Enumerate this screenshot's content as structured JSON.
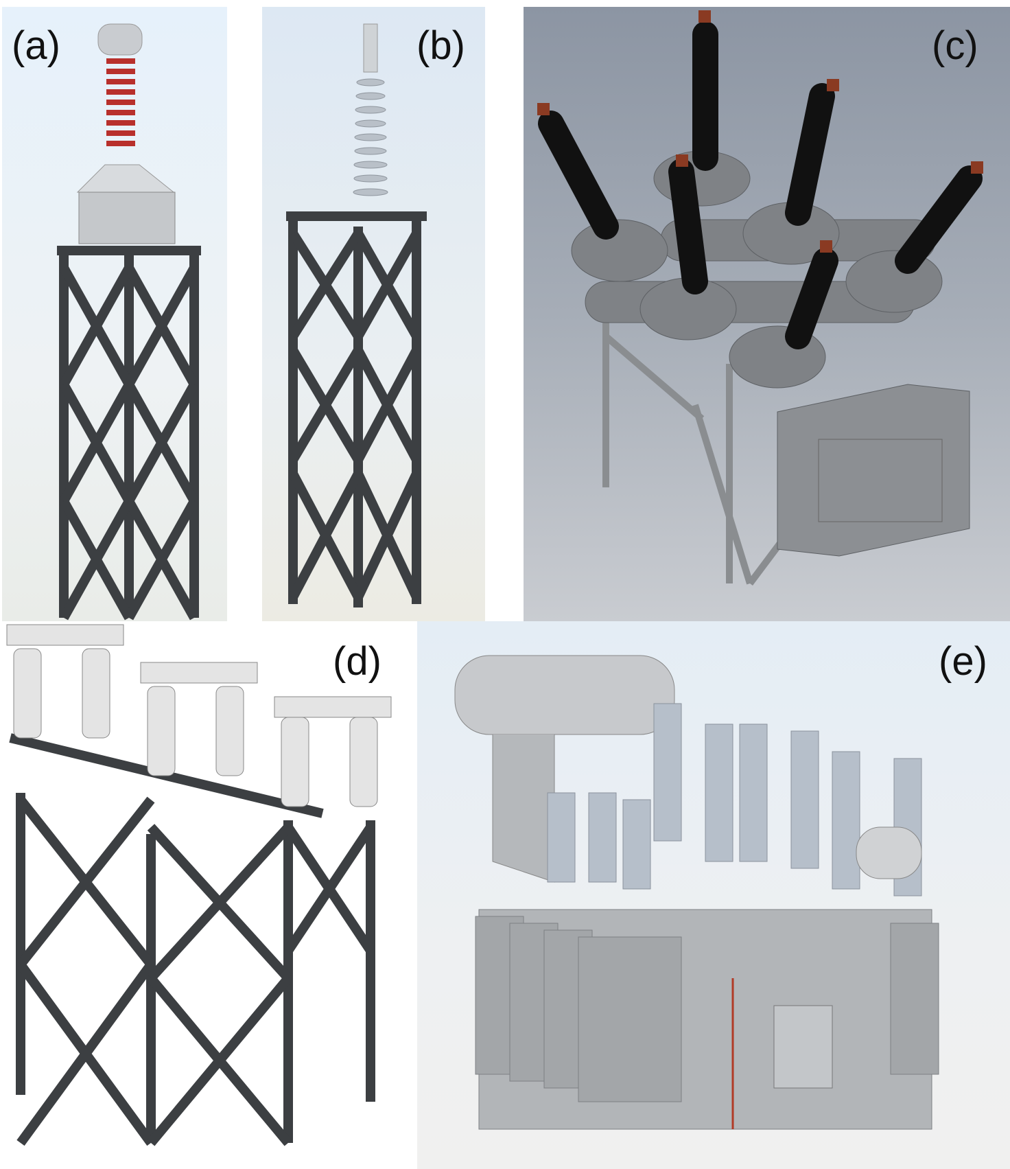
{
  "panels": [
    {
      "label": "(a)"
    },
    {
      "label": "(b)"
    },
    {
      "label": "(c)"
    },
    {
      "label": "(d)"
    },
    {
      "label": "(e)"
    }
  ],
  "colors": {
    "steel_dark": "#3c3f42",
    "insulator_red": "#b8302c",
    "bushing_black": "#111111",
    "gray": "#8a8d90"
  }
}
